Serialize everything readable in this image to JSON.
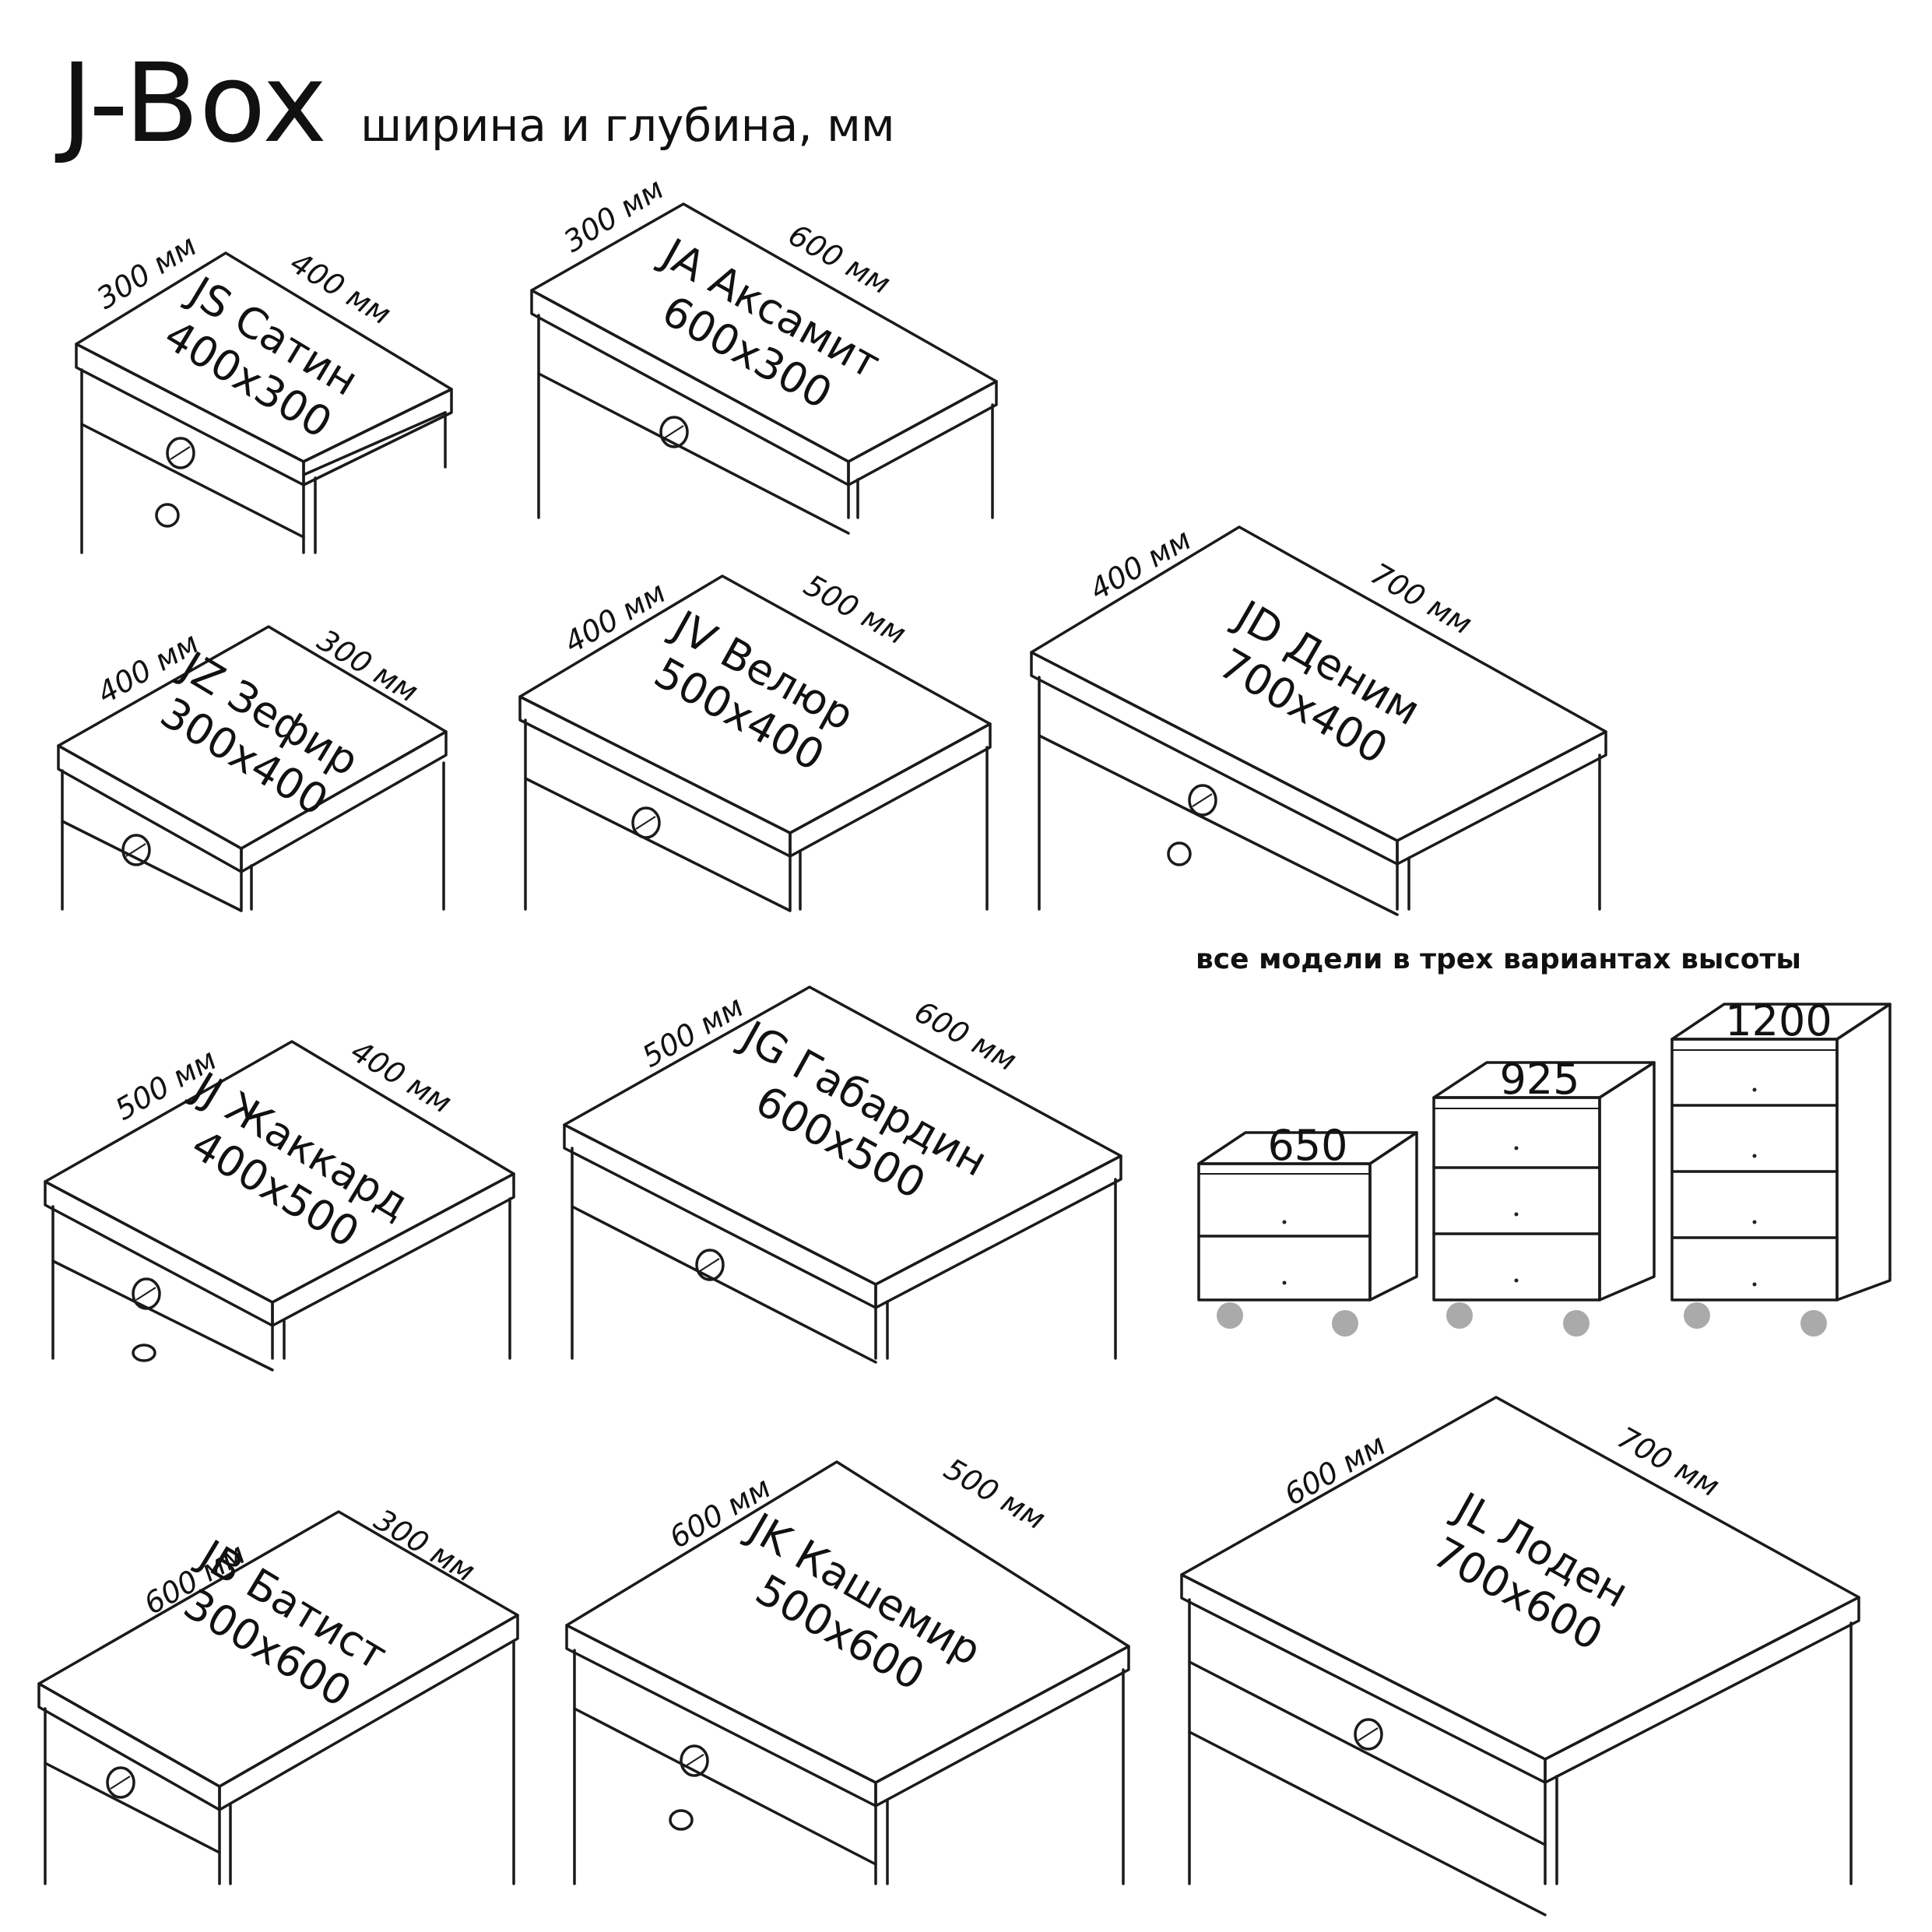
{
  "header": {
    "brand": "J-Box",
    "subtitle": "ширина и глубина, мм"
  },
  "heights": {
    "note": "все модели в трех вариантах высоты",
    "values": [
      "650",
      "925",
      "1200"
    ]
  },
  "models": [
    {
      "id": "js",
      "name": "JS Сатин",
      "size": "400x300",
      "depth_label": "300 мм",
      "width_label": "400 мм",
      "color": "#F9AC7E"
    },
    {
      "id": "ja",
      "name": "JA Аксамит",
      "size": "600x300",
      "depth_label": "300 мм",
      "width_label": "600 мм",
      "color": "#F2DA74"
    },
    {
      "id": "jz",
      "name": "JZ Зефир",
      "size": "300x400",
      "depth_label": "400 мм",
      "width_label": "300 мм",
      "color": "#F9AC7E"
    },
    {
      "id": "jv",
      "name": "JV Велюр",
      "size": "500x400",
      "depth_label": "400 мм",
      "width_label": "500 мм",
      "color": "#8FD5E2"
    },
    {
      "id": "jd",
      "name": "JD Деним",
      "size": "700x400",
      "depth_label": "400 мм",
      "width_label": "700 мм",
      "color": "#EF6DAC"
    },
    {
      "id": "jj",
      "name": "JJ Жаккард",
      "size": "400x500",
      "depth_label": "500 мм",
      "width_label": "400 мм",
      "color": "#8FD5E2"
    },
    {
      "id": "jg",
      "name": "JG Габардин",
      "size": "600x500",
      "depth_label": "500 мм",
      "width_label": "600 мм",
      "color": "#A3D39C"
    },
    {
      "id": "jb",
      "name": "JB Батист",
      "size": "300x600",
      "depth_label": "600 мм",
      "width_label": "300 мм",
      "color": "#F2DA74"
    },
    {
      "id": "jk",
      "name": "JK Кашемир",
      "size": "500x600",
      "depth_label": "600 мм",
      "width_label": "500 мм",
      "color": "#A3D39C"
    },
    {
      "id": "jl",
      "name": "JL Лоден",
      "size": "700x600",
      "depth_label": "600 мм",
      "width_label": "700 мм",
      "color": "#A96060"
    }
  ]
}
